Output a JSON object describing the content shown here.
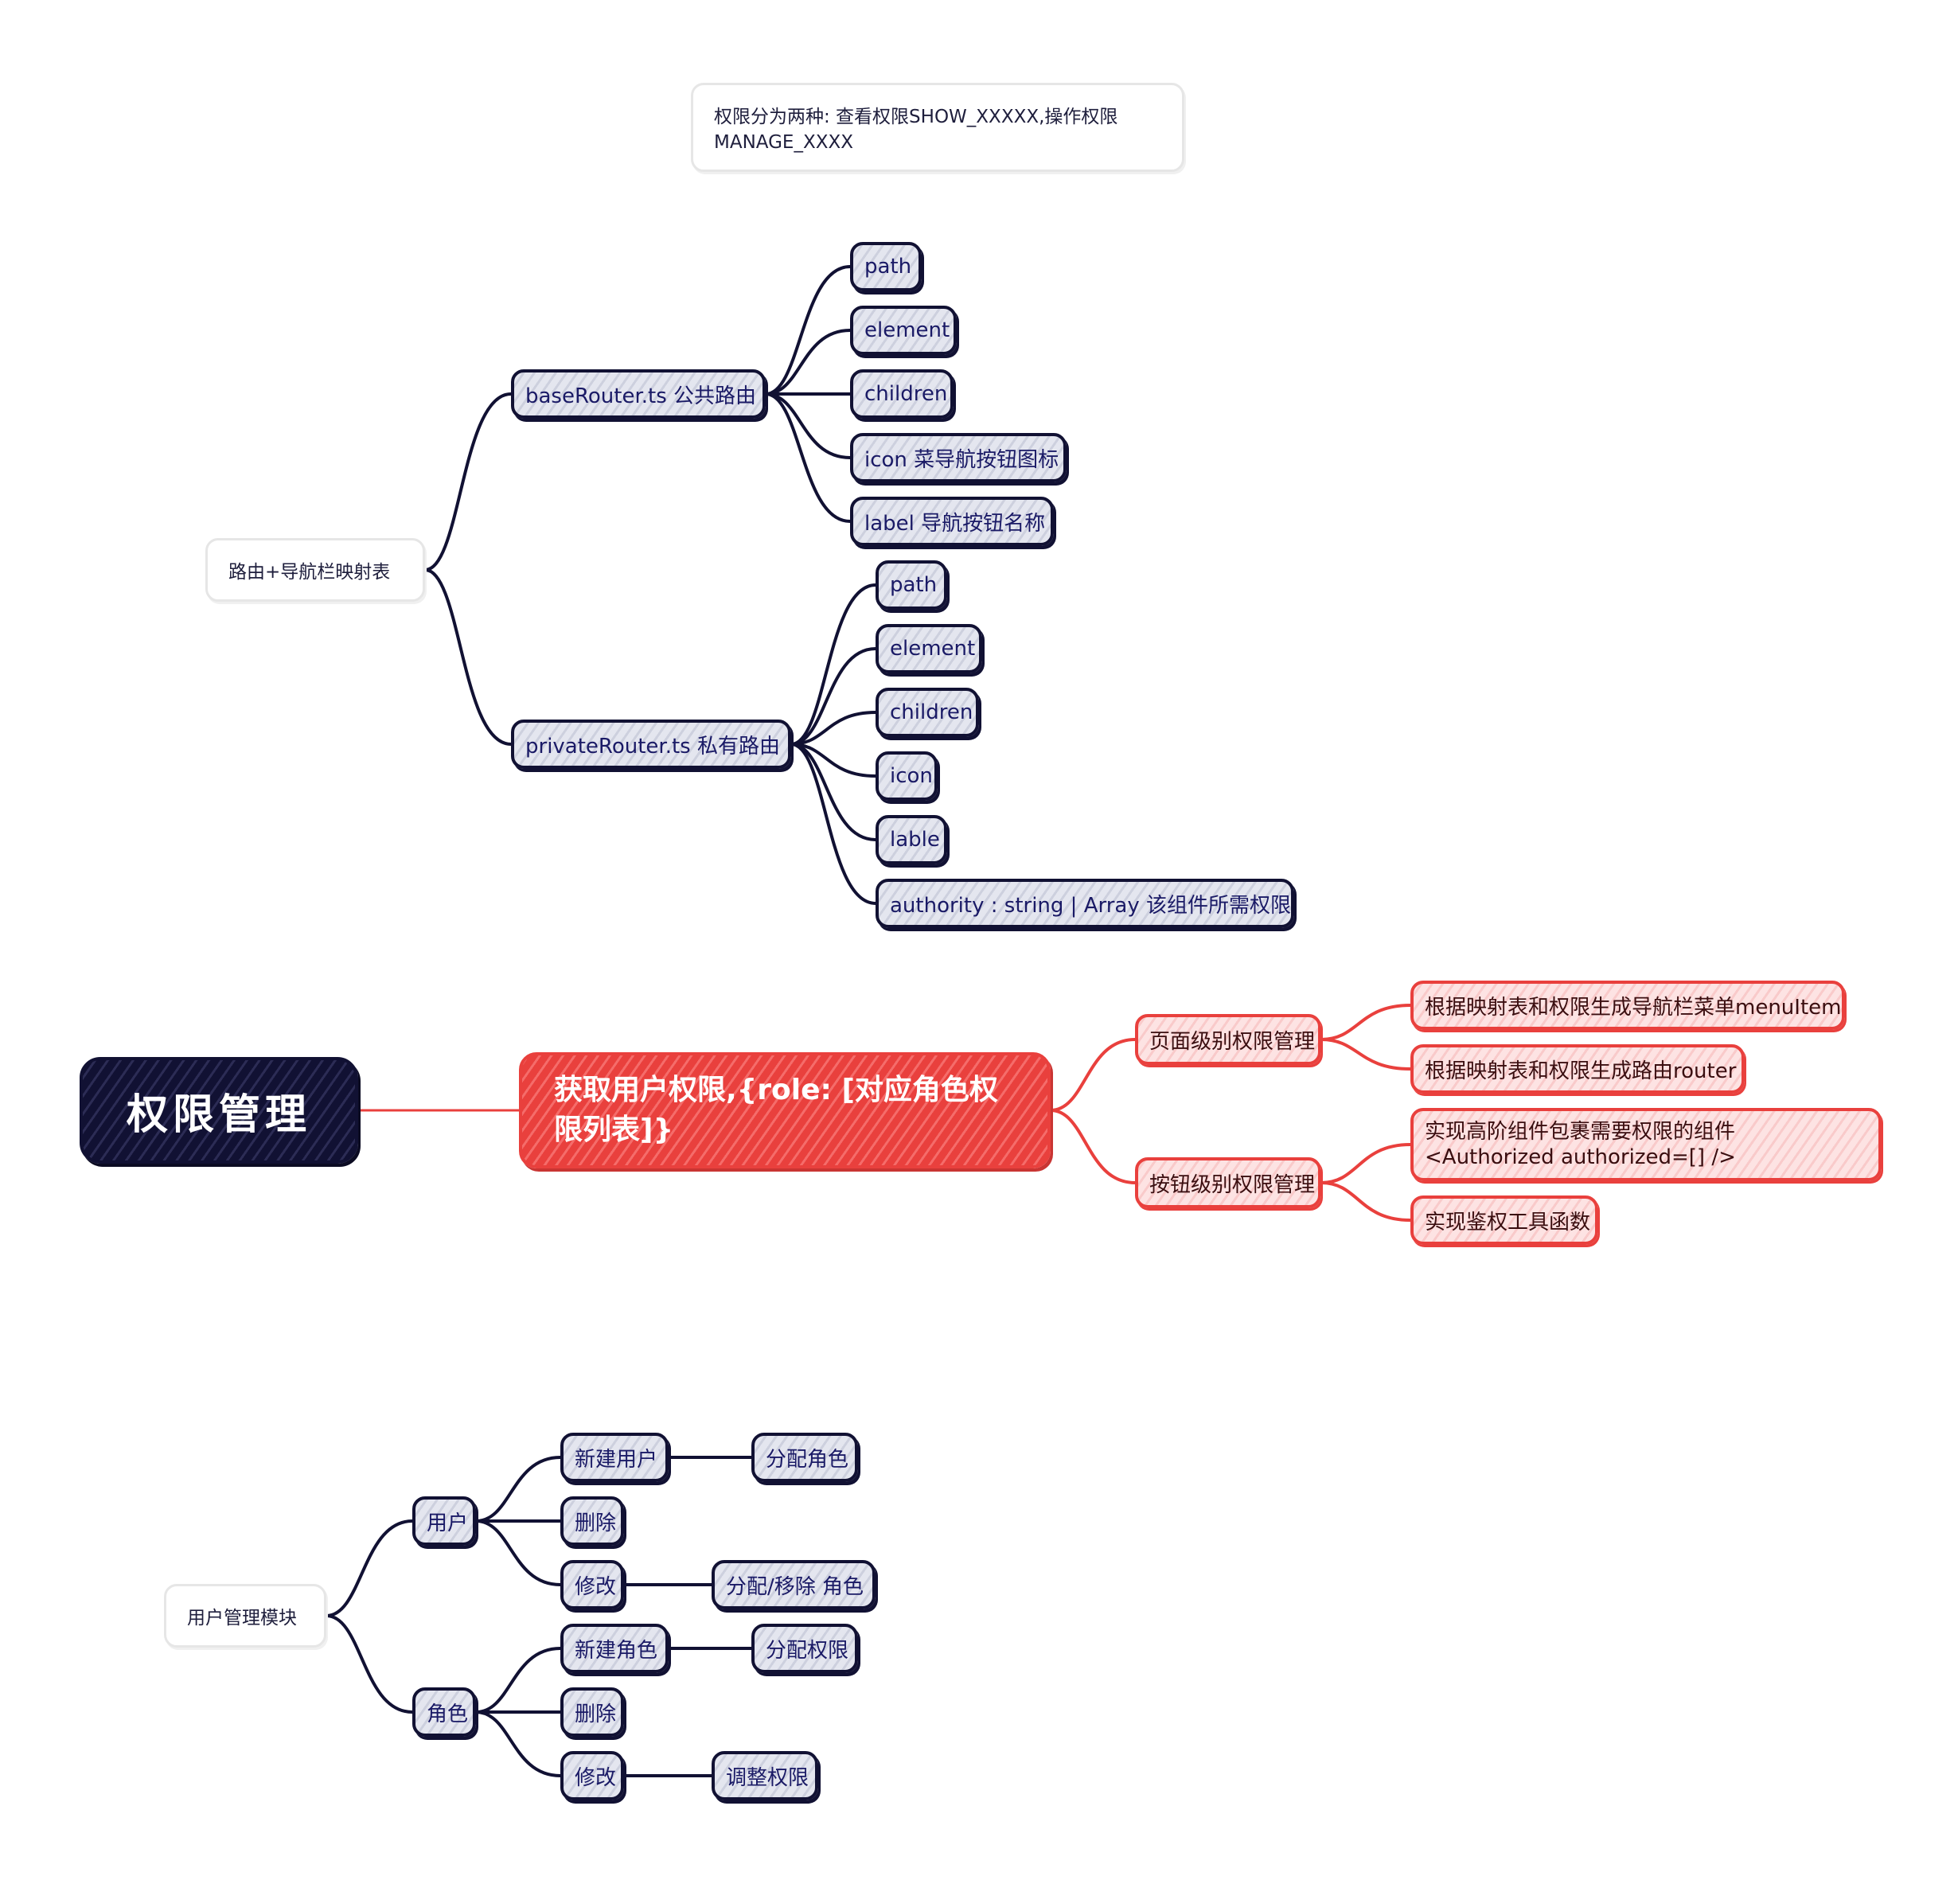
{
  "mindmap": {
    "note": "权限分为两种: 查看权限SHOW_XXXXX,操作权限MANAGE_XXXX",
    "root": "权限管理",
    "fetch": "获取用户权限,{role: [对应角色权限列表]}",
    "page_level": "页面级别权限管理",
    "page_children": [
      "根据映射表和权限生成导航栏菜单menuItem",
      "根据映射表和权限生成路由router"
    ],
    "button_level": "按钮级别权限管理",
    "button_children": [
      "实现高阶组件包裹需要权限的组件 <Authorized authorized=[] />",
      "实现鉴权工具函数"
    ],
    "route_map": "路由+导航栏映射表",
    "base_router": "baseRouter.ts 公共路由",
    "base_children": [
      "path",
      "element",
      "children",
      "icon 菜导航按钮图标",
      "label 导航按钮名称"
    ],
    "private_router": "privateRouter.ts 私有路由",
    "private_children": [
      "path",
      "element",
      "children",
      "icon",
      "lable",
      "authority : string | Array 该组件所需权限"
    ],
    "user_module": "用户管理模块",
    "user": "用户",
    "user_children": [
      "新建用户",
      "删除",
      "修改"
    ],
    "user_new_child": "分配角色",
    "user_edit_child": "分配/移除 角色",
    "role": "角色",
    "role_children": [
      "新建角色",
      "删除",
      "修改"
    ],
    "role_new_child": "分配权限",
    "role_edit_child": "调整权限"
  },
  "colors": {
    "dark": "#111133",
    "accent": "#e9403d",
    "pink_fill": "#fcdcdc",
    "dark_fill": "#d9dbe6"
  }
}
